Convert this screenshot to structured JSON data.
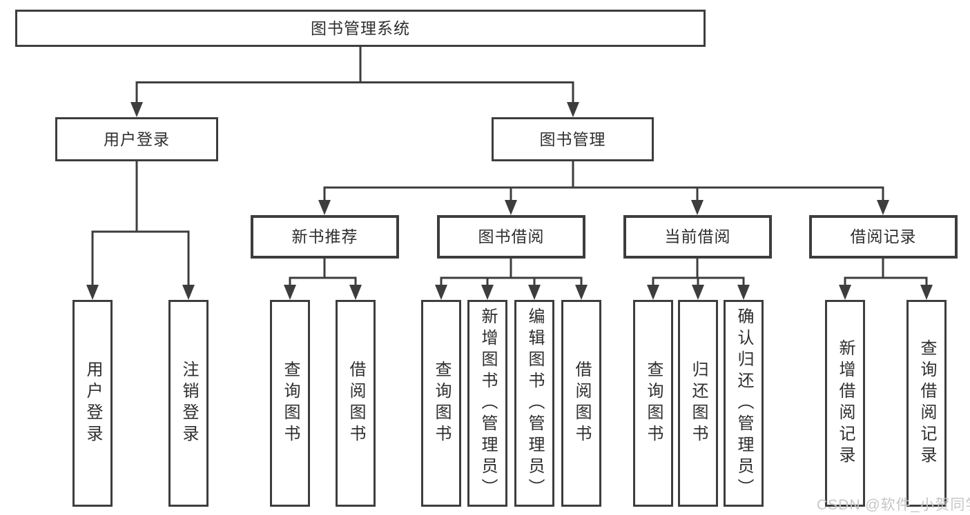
{
  "diagram": {
    "root": {
      "label": "图书管理系统"
    },
    "level2": [
      {
        "label": "用户登录",
        "children": [
          "用户登录",
          "注销登录"
        ]
      },
      {
        "label": "图书管理"
      }
    ],
    "level3": [
      {
        "label": "新书推荐",
        "children": [
          "查询图书",
          "借阅图书"
        ]
      },
      {
        "label": "图书借阅",
        "children": [
          "查询图书",
          "新增图书（管理员）",
          "编辑图书（管理员）",
          "借阅图书"
        ]
      },
      {
        "label": "当前借阅",
        "children": [
          "查询图书",
          "归还图书",
          "确认归还（管理员）"
        ]
      },
      {
        "label": "借阅记录",
        "children": [
          "新增借阅记录",
          "查询借阅记录"
        ]
      }
    ]
  },
  "watermark": {
    "text": "CSDN @软件_小贺同学"
  },
  "colors": {
    "line": "#3d3d3d",
    "text": "#2e2e2e",
    "watermark": "#c6c6c6",
    "background": "#ffffff"
  }
}
